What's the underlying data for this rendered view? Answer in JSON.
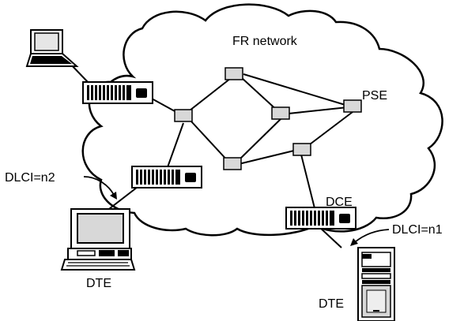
{
  "labels": {
    "network": "FR network",
    "pse": "PSE",
    "dce": "DCE",
    "dlci_left": "DLCI=n2",
    "dlci_right": "DLCI=n1",
    "dte_left": "DTE",
    "dte_right": "DTE"
  },
  "colors": {
    "line": "#000000",
    "switch_fill": "#d8d8d8",
    "background": "#ffffff"
  },
  "icons": {
    "laptop": "laptop-icon",
    "desktop": "desktop-computer-icon",
    "server": "tower-server-icon",
    "access_device": "frad-device-icon",
    "switch": "pse-switch-icon"
  }
}
